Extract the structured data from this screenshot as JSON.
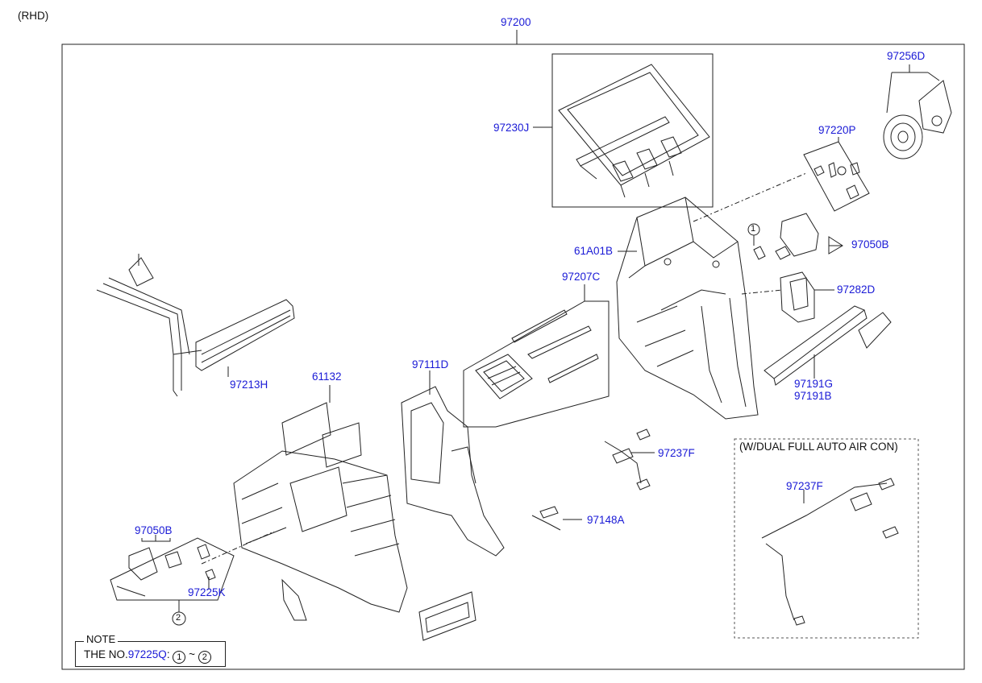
{
  "variant": "(RHD)",
  "assembly": "97200",
  "labels": {
    "p97230J": "97230J",
    "p97256D": "97256D",
    "p97220P": "97220P",
    "p61A01B": "61A01B",
    "p97050B_top": "97050B",
    "p97282D": "97282D",
    "p97207C": "97207C",
    "p97213H": "97213H",
    "p61132": "61132",
    "p97111D": "97111D",
    "p97191G": "97191G",
    "p97191B": "97191B",
    "p97237F": "97237F",
    "p97148A": "97148A",
    "p97050B_left": "97050B",
    "p97225K": "97225K",
    "p97237F_dual": "97237F"
  },
  "callouts": {
    "one": "1",
    "two": "2"
  },
  "dual_box_title": "(W/DUAL FULL AUTO AIR CON)",
  "note": {
    "title": "NOTE",
    "prefix": "THE NO.",
    "part": "97225Q",
    "sep": ":",
    "from": "1",
    "tilde": "~",
    "to": "2"
  }
}
